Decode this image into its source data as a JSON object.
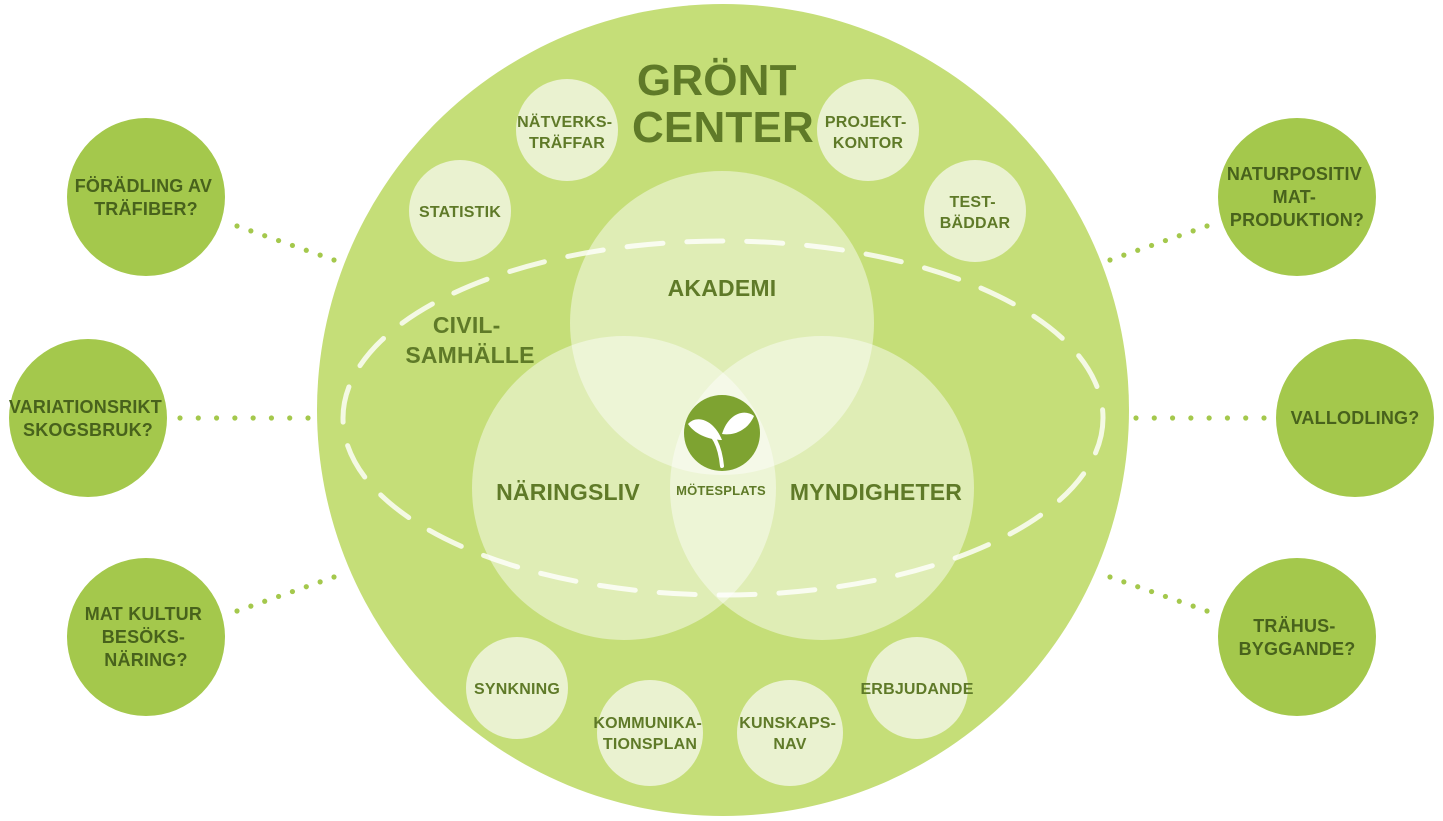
{
  "title": {
    "line1": "GRÖNT",
    "line2": "CENTER"
  },
  "venn": {
    "top": "AKADEMI",
    "left": "NÄRINGSLIV",
    "right": "MYNDIGHETER",
    "civil": {
      "line1": "CIVIL-",
      "line2": "SAMHÄLLE"
    },
    "center": "MÖTESPLATS"
  },
  "inner_circles": {
    "statistik": [
      "STATISTIK"
    ],
    "natverk": [
      "NÄTVERKS-",
      "TRÄFFAR"
    ],
    "projekt": [
      "PROJEKT-",
      "KONTOR"
    ],
    "test": [
      "TEST-",
      "BÄDDAR"
    ],
    "synkning": [
      "SYNKNING"
    ],
    "kommunikation": [
      "KOMMUNIKA-",
      "TIONSPLAN"
    ],
    "kunskap": [
      "KUNSKAPS-",
      "NAV"
    ],
    "erbjudande": [
      "ERBJUDANDE"
    ]
  },
  "outer_circles": {
    "foradling": [
      "FÖRÄDLING AV",
      "TRÄFIBER?"
    ],
    "variation": [
      "VARIATIONSRIKT",
      "SKOGSBRUK?"
    ],
    "matkultur": [
      "MAT KULTUR",
      "BESÖKS-",
      "NÄRING?"
    ],
    "naturpositiv": [
      "NATURPOSITIV",
      "MAT-",
      "PRODUKTION?"
    ],
    "vallodling": [
      "VALLODLING?"
    ],
    "trahus": [
      "TRÄHUS-",
      "BYGGANDE?"
    ]
  },
  "colors": {
    "big_circle": "#c5de78",
    "outer_circle": "#a4c84c",
    "pale_circle": "#eaf2d0",
    "text_dark": "#48621c",
    "text_mid": "#5f7a28",
    "logo": "#7ea331"
  }
}
